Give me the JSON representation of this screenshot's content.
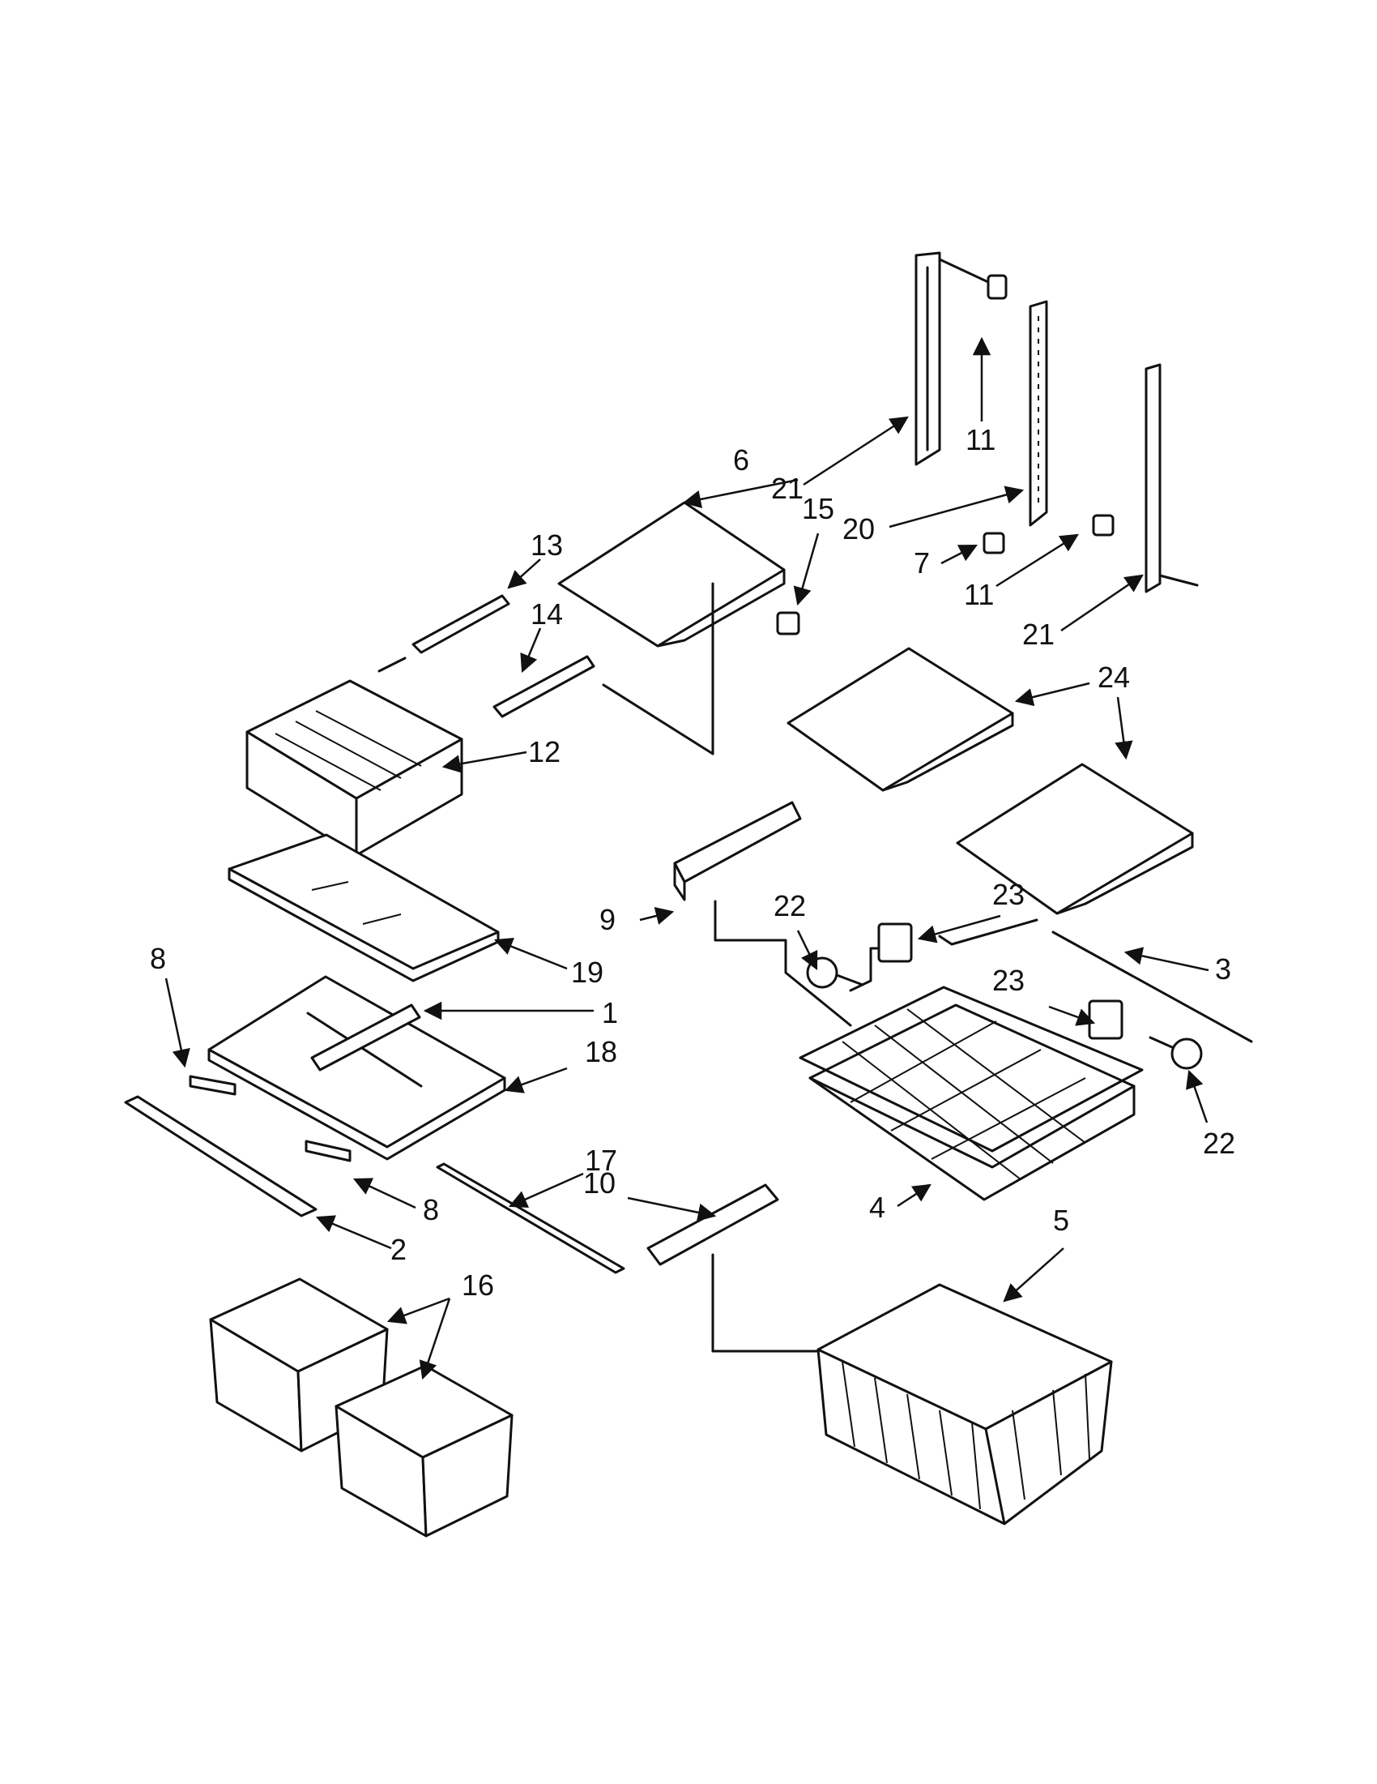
{
  "callouts": [
    {
      "id": "c1",
      "text": "1"
    },
    {
      "id": "c2",
      "text": "2"
    },
    {
      "id": "c3",
      "text": "3"
    },
    {
      "id": "c4",
      "text": "4"
    },
    {
      "id": "c5",
      "text": "5"
    },
    {
      "id": "c6",
      "text": "6"
    },
    {
      "id": "c7",
      "text": "7"
    },
    {
      "id": "c8a",
      "text": "8"
    },
    {
      "id": "c8b",
      "text": "8"
    },
    {
      "id": "c9",
      "text": "9"
    },
    {
      "id": "c10",
      "text": "10"
    },
    {
      "id": "c11a",
      "text": "11"
    },
    {
      "id": "c11b",
      "text": "11"
    },
    {
      "id": "c12",
      "text": "12"
    },
    {
      "id": "c13",
      "text": "13"
    },
    {
      "id": "c14",
      "text": "14"
    },
    {
      "id": "c15",
      "text": "15"
    },
    {
      "id": "c16",
      "text": "16"
    },
    {
      "id": "c17",
      "text": "17"
    },
    {
      "id": "c18",
      "text": "18"
    },
    {
      "id": "c19",
      "text": "19"
    },
    {
      "id": "c20",
      "text": "20"
    },
    {
      "id": "c21a",
      "text": "21"
    },
    {
      "id": "c21b",
      "text": "21"
    },
    {
      "id": "c22a",
      "text": "22"
    },
    {
      "id": "c22b",
      "text": "22"
    },
    {
      "id": "c23a",
      "text": "23"
    },
    {
      "id": "c23b",
      "text": "23"
    },
    {
      "id": "c24",
      "text": "24"
    }
  ]
}
